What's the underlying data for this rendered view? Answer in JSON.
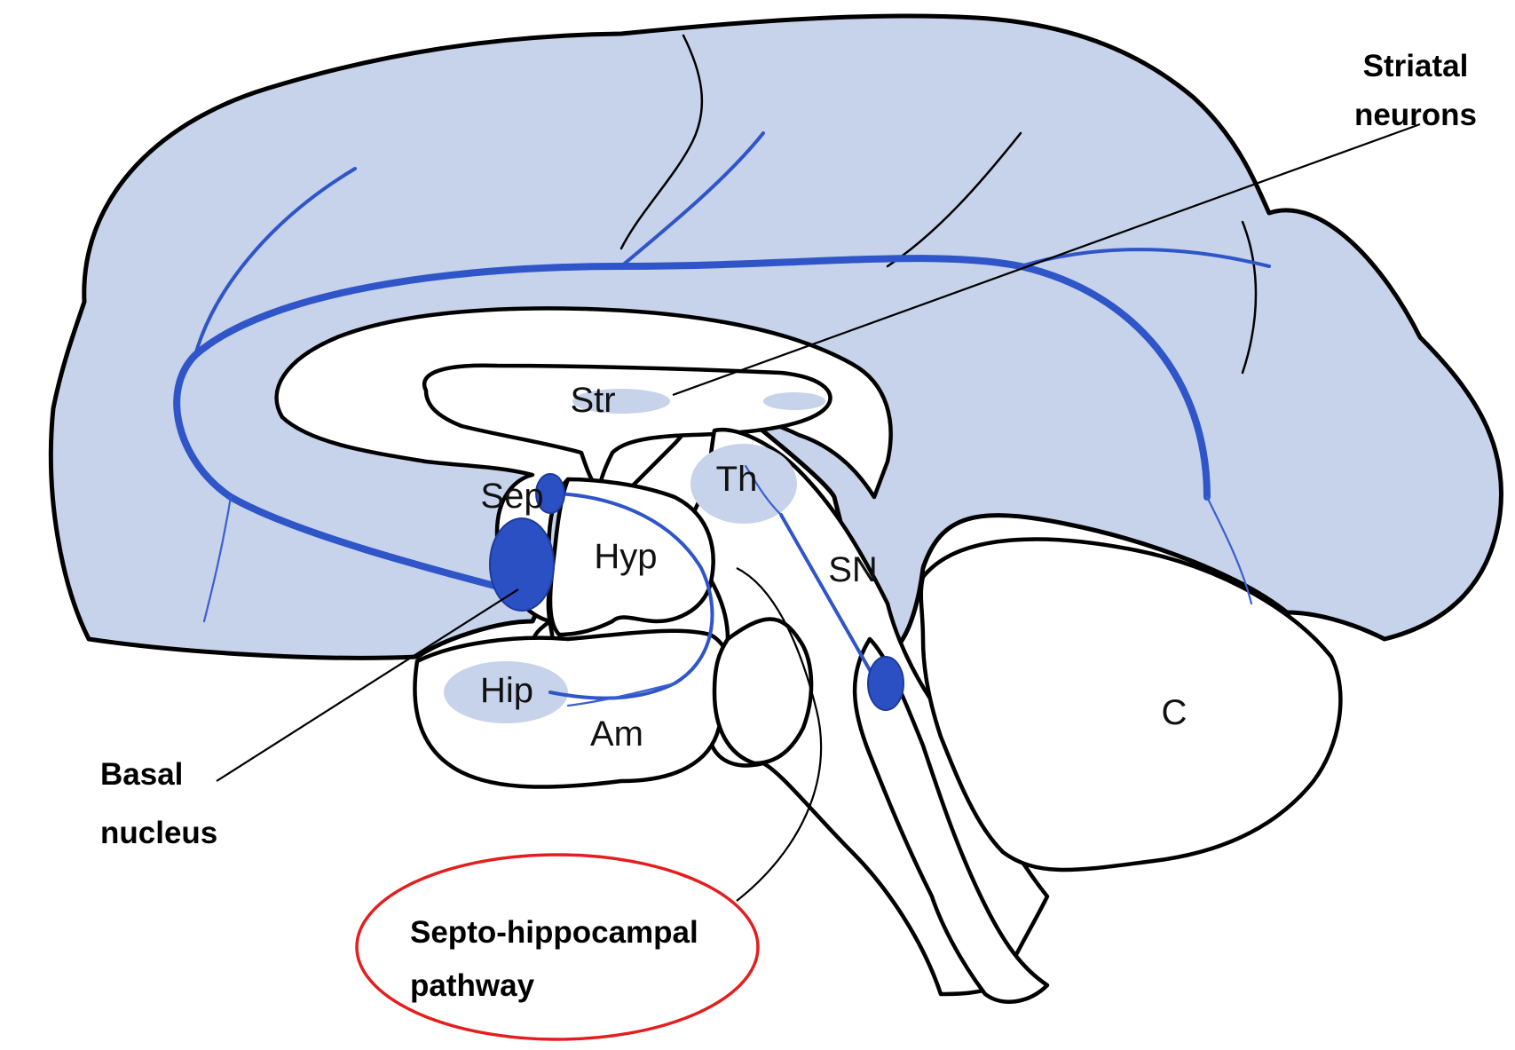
{
  "labels": {
    "striatum": "Str",
    "septum": "Sep",
    "thalamus": "Th",
    "hypothalamus": "Hyp",
    "substantia_nigra": "SN",
    "hippocampus": "Hip",
    "amygdala": "Am",
    "cerebellum": "C"
  },
  "callouts": {
    "striatal": [
      "Striatal",
      "neurons"
    ],
    "basal": [
      "Basal",
      "nucleus"
    ],
    "septo": [
      "Septo-hippocampal",
      "pathway"
    ]
  },
  "colors": {
    "cortex_fill": "#c6d3ea",
    "pathway": "#2f55c8",
    "highlight_circle": "#e41e1e"
  }
}
